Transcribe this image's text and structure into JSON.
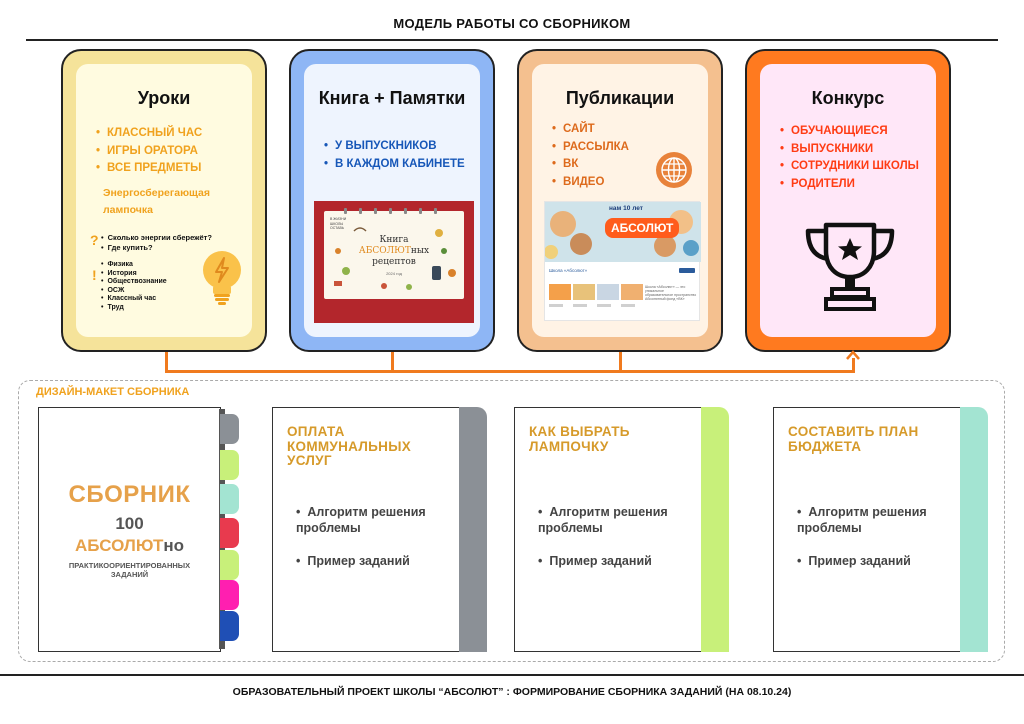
{
  "header": {
    "title": "МОДЕЛЬ РАБОТЫ СО СБОРНИКОМ"
  },
  "cards": {
    "lessons": {
      "title": "Уроки",
      "items": [
        "КЛАССНЫЙ ЧАС",
        "ИГРЫ ОРАТОРА",
        "ВСЕ ПРЕДМЕТЫ"
      ],
      "topic_line1": "Энергосберегающая",
      "topic_line2": "лампочка",
      "question_mark": "?",
      "questions": [
        "Сколько энергии сбережёт?",
        "Где купить?"
      ],
      "exclaim_mark": "!",
      "subjects": [
        "Физика",
        "История",
        "Обществознание",
        "ОСЖ",
        "Классный час",
        "Труд"
      ],
      "accent_color": "#f0a21e",
      "icon": "lightbulb-icon"
    },
    "book": {
      "title": "Книга + Памятки",
      "items": [
        "У ВЫПУСКНИКОВ",
        "В КАЖДОМ КАБИНЕТЕ"
      ],
      "photo": {
        "corner_text": [
          "В ЖИЗНИ",
          "ШКОЛЫ",
          "ОСТАВЬ"
        ],
        "line1": "Книга",
        "line2_accent": "АБСОЛЮТ",
        "line2_rest": "ных",
        "line3": "рецептов",
        "year": "2024 год"
      },
      "accent_color": "#1757b8"
    },
    "publications": {
      "title": "Публикации",
      "items": [
        "САЙТ",
        "РАССЫЛКА",
        "ВК",
        "ВИДЕО"
      ],
      "icon": "globe-icon",
      "screenshot": {
        "badge_top": "нам 10 лет",
        "brand": "АБСОЛЮТ",
        "page_name": "Школа «Абсолют»",
        "info_lines": [
          "Школа «Абсолют» — это уникальное",
          "образовательное пространство",
          "Абсолютный фонд «ВК»"
        ]
      },
      "accent_color": "#dd6a1c"
    },
    "contest": {
      "title": "Конкурс",
      "items": [
        "ОБУЧАЮЩИЕСЯ",
        "ВЫПУСКНИКИ",
        "СОТРУДНИКИ ШКОЛЫ",
        "РОДИТЕЛИ"
      ],
      "icon": "trophy-icon",
      "accent_color": "#ff3c14"
    }
  },
  "design": {
    "label": "ДИЗАЙН-МАКЕТ СБОРНИКА",
    "collection": {
      "title": "СБОРНИК",
      "number": "100",
      "brand": "АБСОЛЮТ",
      "brand_suffix": "но",
      "subtitle_line1": "ПРАКТИКООРИЕНТИРОВАННЫХ",
      "subtitle_line2": "ЗАДАНИЙ",
      "tab_colors": [
        "#8b9096",
        "#c8f07a",
        "#a3e4d2",
        "#e83a4e",
        "#c8f07a",
        "#ff1fb0",
        "#1f4fb5"
      ]
    },
    "sheets": [
      {
        "title_lines": [
          "ОПЛАТА",
          "КОММУНАЛЬНЫХ",
          "УСЛУГ"
        ],
        "bullets": [
          "Алгоритм решения проблемы",
          "Пример заданий"
        ],
        "strip_color": "#8b9096"
      },
      {
        "title_lines": [
          "КАК ВЫБРАТЬ",
          "ЛАМПОЧКУ"
        ],
        "bullets": [
          "Алгоритм решения проблемы",
          "Пример заданий"
        ],
        "strip_color": "#c8f07a"
      },
      {
        "title_lines": [
          "СОСТАВИТЬ ПЛАН",
          "БЮДЖЕТА"
        ],
        "bullets": [
          "Алгоритм решения проблемы",
          "Пример заданий"
        ],
        "strip_color": "#a3e4d2"
      }
    ]
  },
  "footer": {
    "text": "ОБРАЗОВАТЕЛЬНЫЙ ПРОЕКТ ШКОЛЫ “АБСОЛЮТ” : ФОРМИРОВАНИЕ СБОРНИКА ЗАДАНИЙ (НА 08.10.24)"
  }
}
